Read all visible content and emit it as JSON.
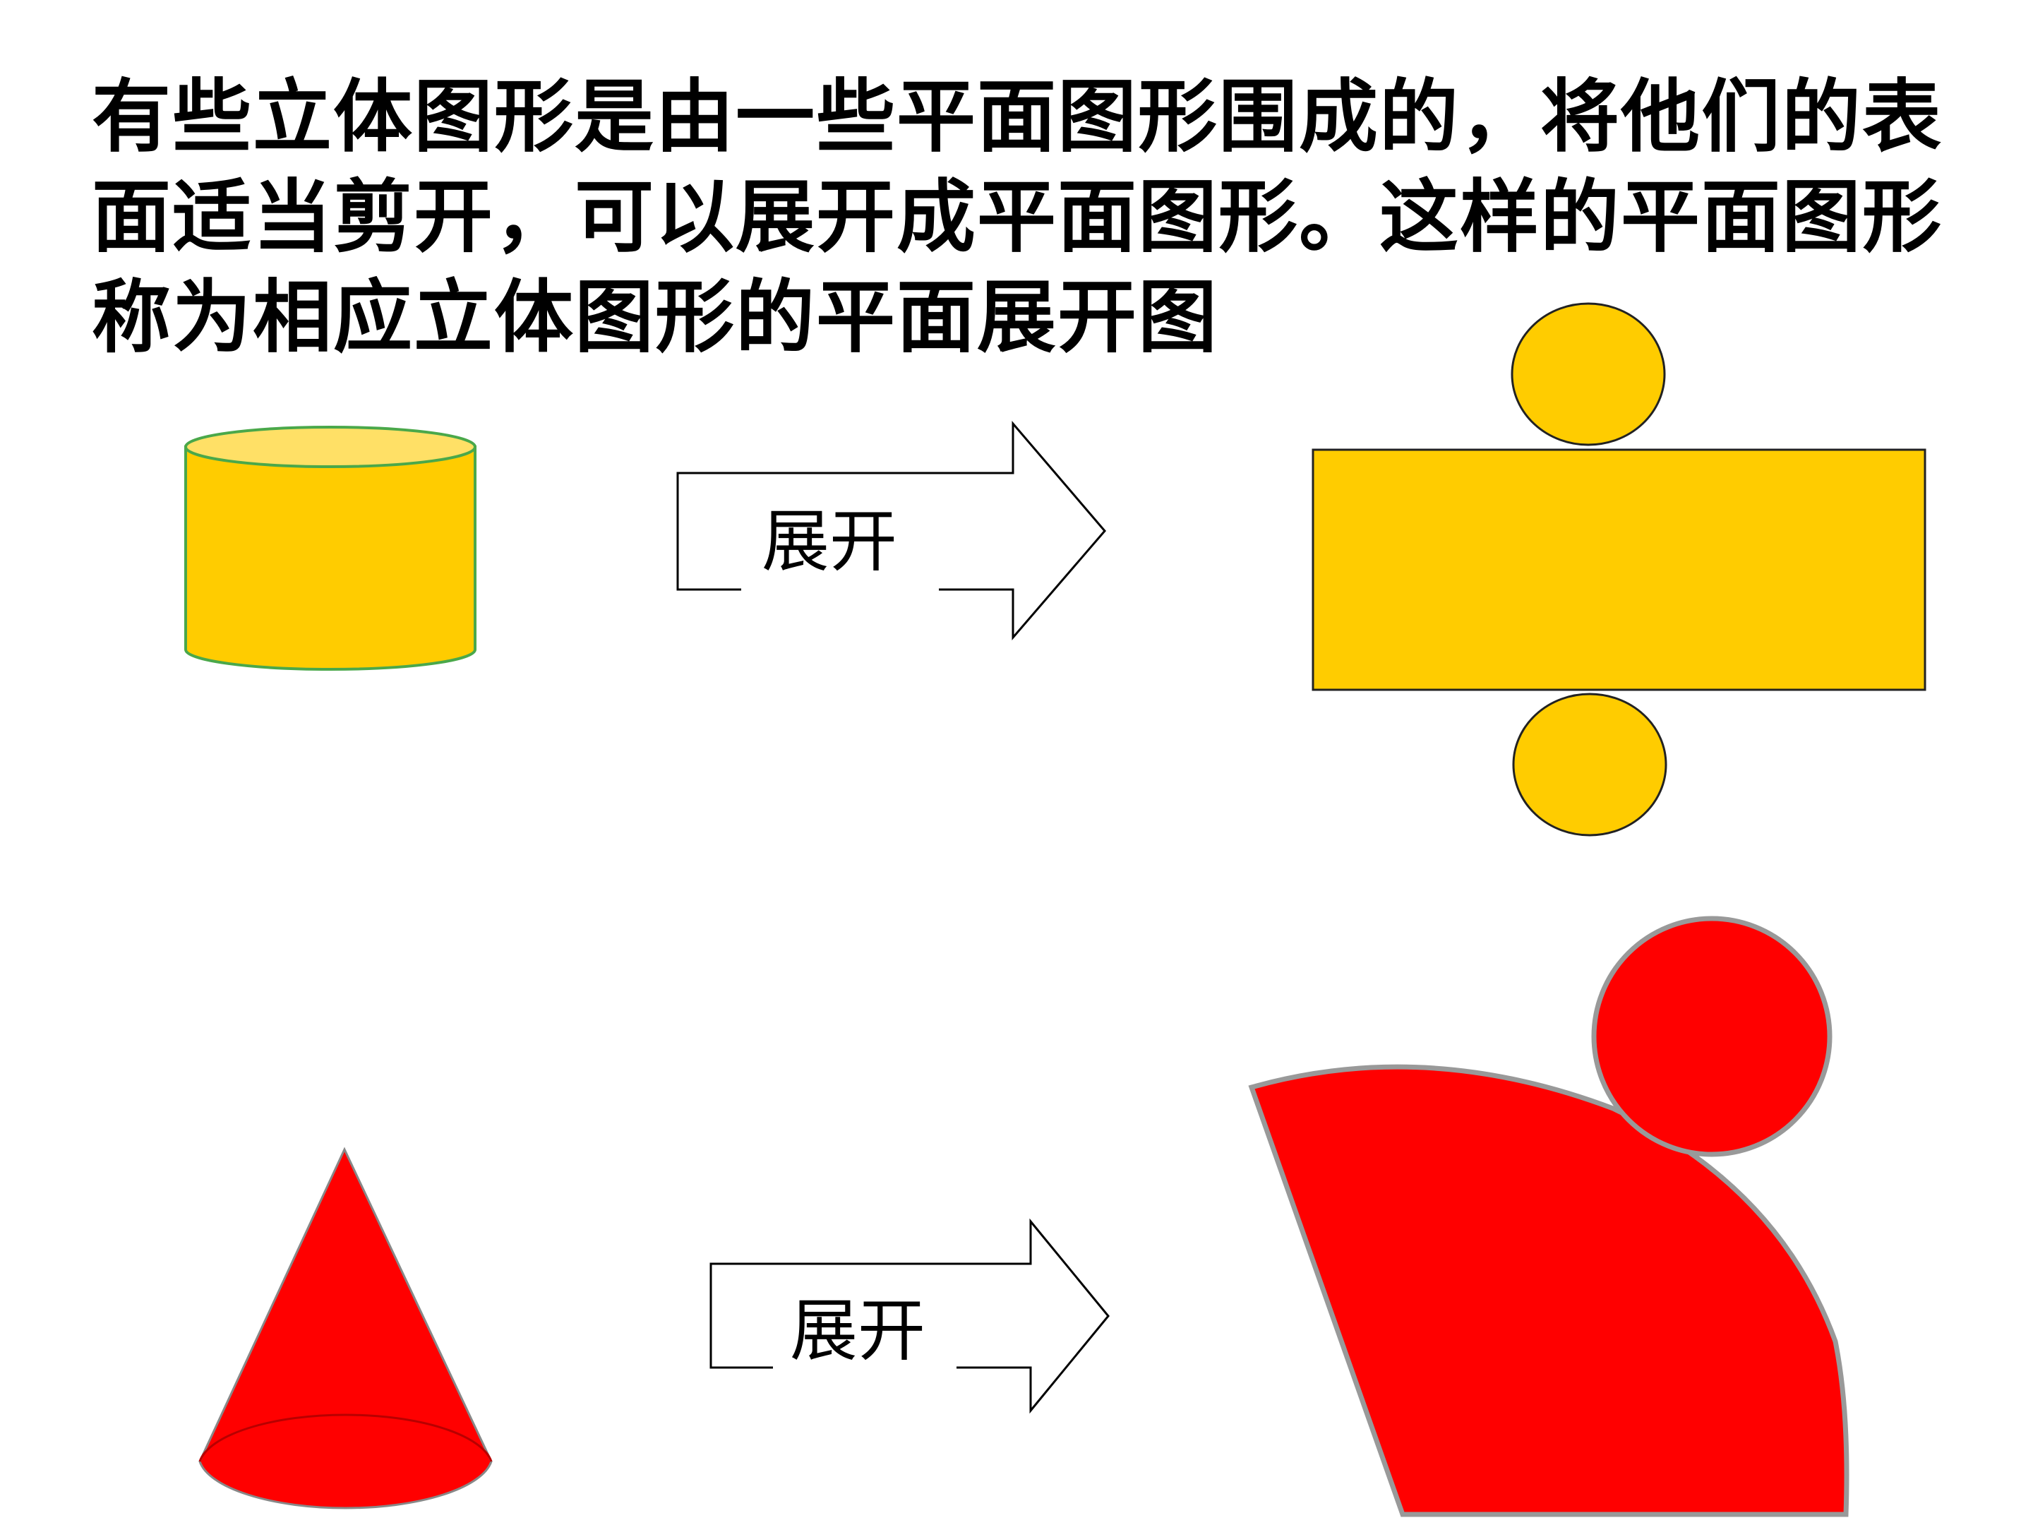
{
  "title": {
    "line1": "有些立体图形是由一些平面图形围成的，将他们的表",
    "line2": "面适当剪开，可以展开成平面图形。这样的平面图形",
    "line3": "称为相应立体图形的平面展开图"
  },
  "rows": [
    {
      "solid": "cylinder",
      "arrow_label": "展开",
      "net": "cylinder-net",
      "fill_color": "#ffcc00",
      "top_face_color": "#ffe066",
      "edge_color": "#4aa84a"
    },
    {
      "solid": "cone",
      "arrow_label": "展开",
      "net": "cone-net",
      "fill_color": "#ff0000",
      "edge_color": "#999999"
    }
  ]
}
